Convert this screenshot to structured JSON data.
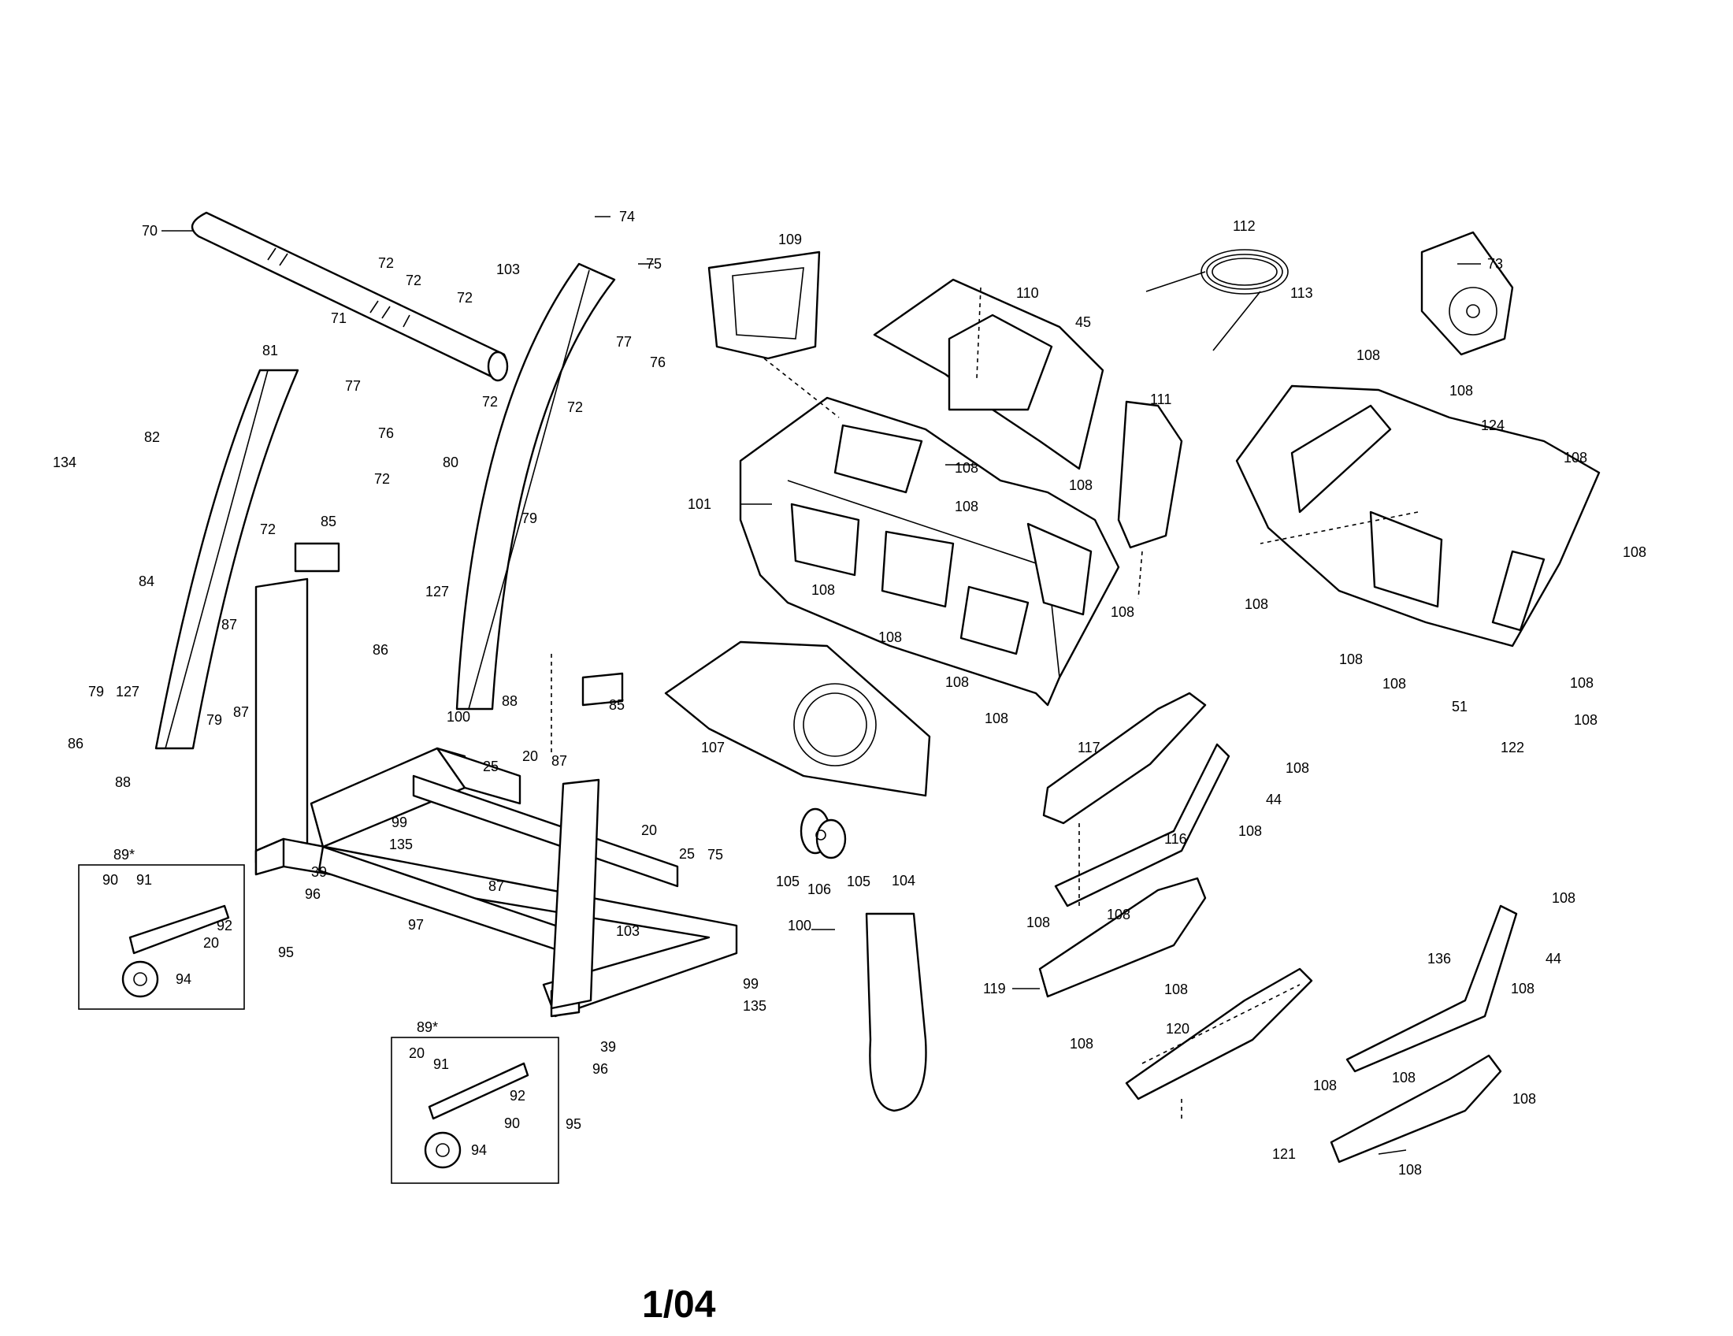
{
  "page_footer": "1/04",
  "part_numbers": {
    "p20": "20",
    "p25": "25",
    "p39": "39",
    "p44": "44",
    "p45": "45",
    "p51": "51",
    "p70": "70",
    "p71": "71",
    "p72": "72",
    "p73": "73",
    "p74": "74",
    "p75": "75",
    "p76": "76",
    "p77": "77",
    "p79": "79",
    "p80": "80",
    "p81": "81",
    "p82": "82",
    "p84": "84",
    "p85": "85",
    "p86": "86",
    "p87": "87",
    "p88": "88",
    "p89": "89*",
    "p90": "90",
    "p91": "91",
    "p92": "92",
    "p94": "94",
    "p95": "95",
    "p96": "96",
    "p97": "97",
    "p99": "99",
    "p100": "100",
    "p101": "101",
    "p103": "103",
    "p104": "104",
    "p105": "105",
    "p106": "106",
    "p107": "107",
    "p108": "108",
    "p109": "109",
    "p110": "110",
    "p111": "111",
    "p112": "112",
    "p113": "113",
    "p116": "116",
    "p117": "117",
    "p119": "119",
    "p120": "120",
    "p121": "121",
    "p122": "122",
    "p124": "124",
    "p127": "127",
    "p134": "134",
    "p135": "135",
    "p136": "136"
  }
}
